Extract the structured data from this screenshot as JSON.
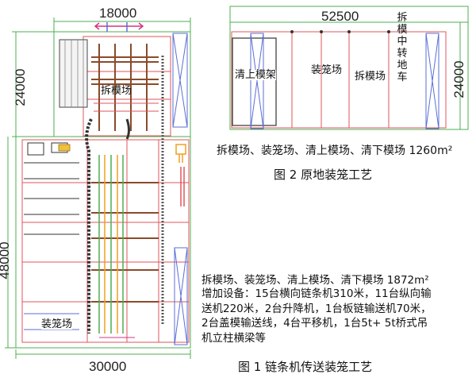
{
  "figure1": {
    "dim_top": "18000",
    "dim_left_upper": "24000",
    "dim_left_lower": "48000",
    "dim_bottom": "30000",
    "label_dismantle": "拆模场",
    "label_cage": "装笼场",
    "area_text": "拆模场、装笼场、清上模场、清下模场 1872m²",
    "equipment_text": "增加设备：15台横向链条机310米，11台纵向输\n送机220米，2台升降机，1台板链输送机70米，\n2台盖模输送线，4台平移机，1台5t+ 5t桥式吊\n机立柱横梁等",
    "caption": "图 1    链条机传送装笼工艺"
  },
  "figure2": {
    "dim_top": "52500",
    "dim_right": "24000",
    "zones": [
      "清上模架",
      "装笼场",
      "拆模场",
      "拆\n模\n中\n转\n地\n车"
    ],
    "area_text": "拆模场、装笼场、清上模场、清下模场 1260m²",
    "caption": "图 2    原地装笼工艺"
  },
  "colors": {
    "grid_red": "#e0555a",
    "dim_green": "#4caf50",
    "equip_blue": "#5b6fd6",
    "conveyor_brown": "#8a4b2a",
    "arrow_magenta": "#d63384",
    "accent_orange": "#f0a020"
  }
}
